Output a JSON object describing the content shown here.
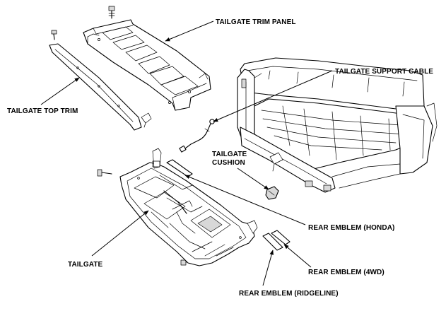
{
  "labels": {
    "tailgate_trim_panel": "TAILGATE TRIM PANEL",
    "tailgate_support_cable": "TAILGATE SUPPORT CABLE",
    "tailgate_top_trim": "TAILGATE TOP TRIM",
    "tailgate_cushion_line1": "TAILGATE",
    "tailgate_cushion_line2": "CUSHION",
    "rear_emblem_honda": "REAR EMBLEM (HONDA)",
    "tailgate": "TAILGATE",
    "rear_emblem_4wd": "REAR EMBLEM (4WD)",
    "rear_emblem_ridgeline": "REAR EMBLEM (RIDGELINE)"
  },
  "parts": [
    {
      "id": "tailgate-trim-panel",
      "icon": "trim-panel-drawing"
    },
    {
      "id": "tailgate-top-trim",
      "icon": "top-trim-strip-drawing"
    },
    {
      "id": "truck-bed",
      "icon": "pickup-bed-drawing"
    },
    {
      "id": "tailgate-support-cable",
      "icon": "cable-drawing"
    },
    {
      "id": "tailgate-cushion",
      "icon": "cushion-drawing"
    },
    {
      "id": "tailgate",
      "icon": "tailgate-drawing"
    },
    {
      "id": "rear-emblem-honda",
      "icon": "emblem-strip"
    },
    {
      "id": "rear-emblem-4wd",
      "icon": "emblem-strip"
    },
    {
      "id": "rear-emblem-ridgeline",
      "icon": "emblem-strip"
    }
  ],
  "colors": {
    "line": "#000000",
    "background": "#ffffff"
  }
}
